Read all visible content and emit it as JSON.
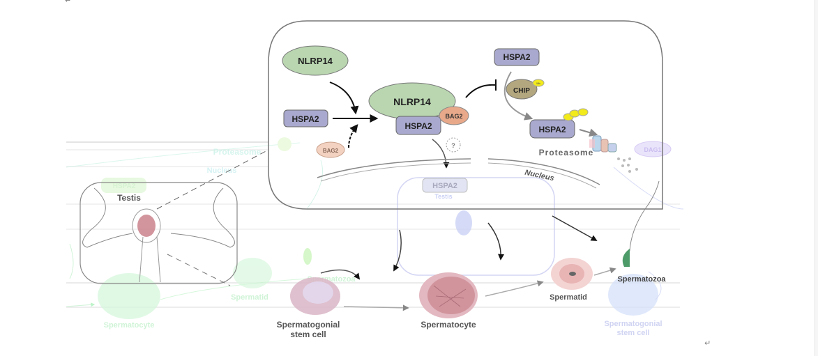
{
  "document": {
    "paragraph_mark_top": "↵",
    "paragraph_mark_bottom": "↵"
  },
  "figure": {
    "cell": {
      "nlrp14_free": "NLRP14",
      "hspa2_free": "HSPA2",
      "nlrp14_complex": "NLRP14",
      "hspa2_complex": "HSPA2",
      "bag2_complex": "BAG2",
      "bag2_ghost": "BAG2",
      "question_mark": "?",
      "hspa2_top": "HSPA2",
      "chip": "CHIP",
      "ub": "Ub",
      "hspa2_ubiquitinated": "HSPA2",
      "proteasome": "Proteasome",
      "nucleus": "Nucleus",
      "ghost_label_right": "DAG1",
      "hspa2_nucleus": "HSPA2",
      "ghost_testis_right": "Testis"
    },
    "left_panel": {
      "testis_label": "Testis",
      "ghost_top_label": "HSPA2",
      "ghost_proteasome": "Proteasome",
      "ghost_nucleus": "Nucleus",
      "ghost_spermatozoa": "Spermatozoa",
      "ghost_spermatid": "Spermatid",
      "ghost_spermatocyte": "Spermatocyte"
    },
    "cells": {
      "spermatogonial_line1": "Spermatogonial",
      "spermatogonial_line2": "stem cell",
      "spermatocyte": "Spermatocyte",
      "spermatid": "Spermatid",
      "spermatozoa": "Spermatozoa",
      "ghost_spermatogonial_line1": "Spermatogonial",
      "ghost_spermatogonial_line2": "stem cell"
    },
    "colors": {
      "nlrp14": "#b9d6b0",
      "hspa2": "#a9a9cf",
      "bag2": "#e8a98a",
      "chip": "#b3a77f",
      "ub": "#f2ea1a",
      "spermatogonia": "#c9a3b9",
      "spermatocyte": "#d99fa8",
      "spermatid": "#f0c8c8",
      "spermatozoa": "#4e9b6a",
      "ghost_green": "#c8f5d0",
      "ghost_blue": "#c9d9f5",
      "testis": "#c77b85"
    }
  }
}
